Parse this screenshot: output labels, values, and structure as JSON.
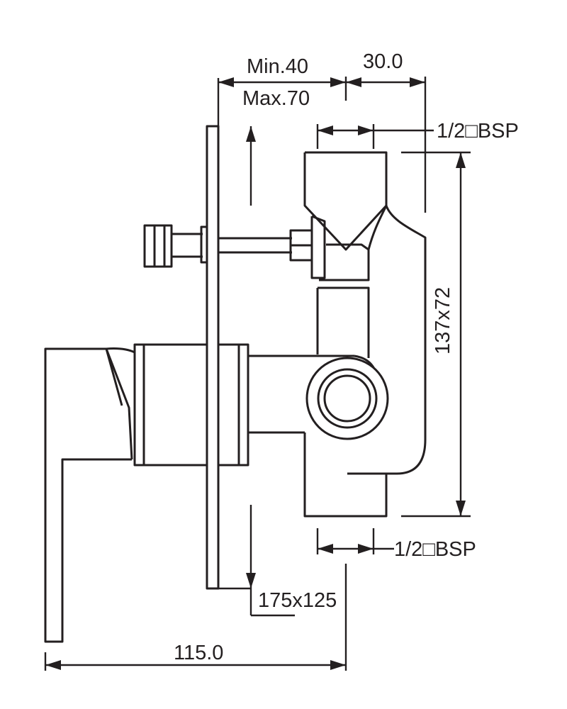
{
  "labels": {
    "min_depth": "Min.40",
    "max_depth": "Max.70",
    "offset": "30.0",
    "inlet_thread": "1/2□BSP",
    "outlet_thread": "1/2□BSP",
    "body_size": "137x72",
    "plate_size": "175x125",
    "overall_depth": "115.0"
  }
}
